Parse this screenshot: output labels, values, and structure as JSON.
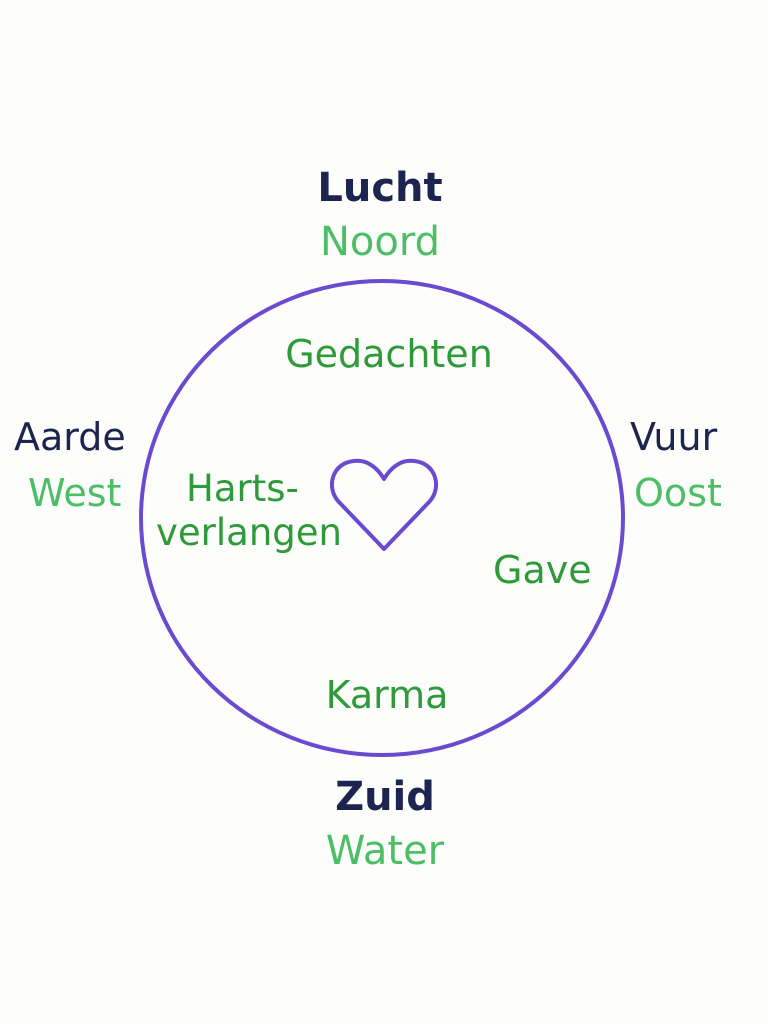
{
  "directions": {
    "north": {
      "element": "Lucht",
      "direction": "Noord"
    },
    "west": {
      "element": "Aarde",
      "direction": "West"
    },
    "east": {
      "element": "Vuur",
      "direction": "Oost"
    },
    "south": {
      "direction": "Zuid",
      "element": "Water"
    }
  },
  "inner": {
    "top": "Gedachten",
    "left_line1": "Harts-",
    "left_line2": "verlangen",
    "right": "Gave",
    "bottom": "Karma"
  },
  "colors": {
    "circle": "#6a4bd0",
    "heart": "#6a4bd0",
    "navy": "#1b2550",
    "green_light": "#4cbf66",
    "green_dark": "#2e9a3a"
  },
  "icons": {
    "center": "heart-icon"
  }
}
